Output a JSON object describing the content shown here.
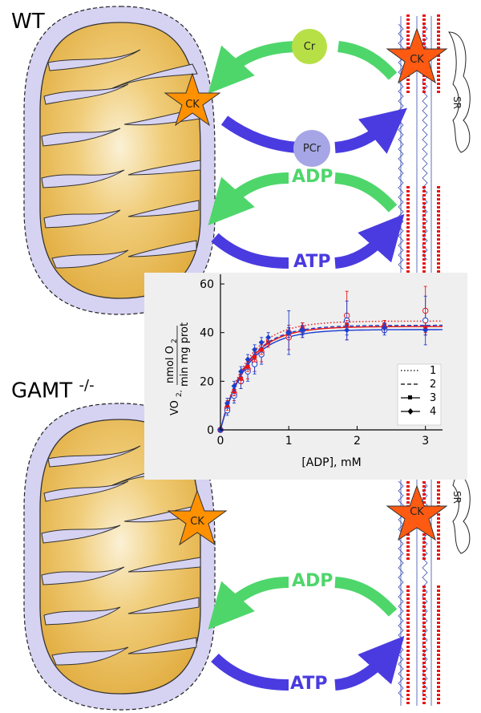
{
  "labels": {
    "wt": "WT",
    "gamt": "GAMT",
    "gamt_sup": "-/-",
    "cr": "Cr",
    "pcr": "PCr",
    "adp": "ADP",
    "atp": "ATP",
    "ck": "CK",
    "sr": "SR"
  },
  "colors": {
    "adp_arrow": "#4ed66b",
    "atp_arrow": "#4a3be0",
    "ck_star": "#ff9000",
    "ck_star_right": "#ff5a12",
    "mito_membrane": "#d6d2f2",
    "mito_matrix": "#e7b84e",
    "cr_circle": "#b7e046",
    "pcr_circle": "#a6a6e6",
    "myofibril": "#e81515"
  },
  "chart_data": {
    "type": "line",
    "xlabel": "[ADP], mM",
    "ylabel_line1": "VO",
    "ylabel_sub": "2",
    "ylabel_frac_num": "nmol O",
    "ylabel_frac_num_sub": "2",
    "ylabel_frac_den": "min mg prot",
    "xlim": [
      0,
      3.25
    ],
    "ylim": [
      0,
      62
    ],
    "xticks": [
      "0",
      "1",
      "2",
      "3"
    ],
    "yticks": [
      "0",
      "20",
      "40",
      "60"
    ],
    "legend": {
      "position": "bottom-right",
      "entries": [
        "1",
        "2",
        "3",
        "4"
      ]
    },
    "series": [
      {
        "name": "1",
        "color": "#e81515",
        "style": "dotted",
        "marker": "circle-open",
        "x": [
          0,
          0.1,
          0.2,
          0.3,
          0.4,
          0.5,
          0.6,
          1.0,
          1.2,
          1.85,
          2.4,
          3.0
        ],
        "y": [
          0,
          9,
          15,
          20,
          25,
          28,
          32,
          38,
          41,
          47,
          42,
          49
        ],
        "err": [
          0,
          2,
          3,
          3,
          4,
          4,
          4,
          5,
          3,
          10,
          2,
          10
        ]
      },
      {
        "name": "2",
        "color": "#1a3fd0",
        "style": "dashed",
        "marker": "circle-open",
        "x": [
          0,
          0.1,
          0.2,
          0.3,
          0.4,
          0.5,
          0.6,
          1.0,
          1.2,
          1.85,
          2.4,
          3.0
        ],
        "y": [
          0,
          8,
          14,
          20,
          24,
          27,
          31,
          40,
          41,
          45,
          41,
          45
        ],
        "err": [
          0,
          2,
          3,
          3,
          4,
          4,
          4,
          9,
          3,
          8,
          2,
          10
        ]
      },
      {
        "name": "3",
        "color": "#e81515",
        "style": "solid",
        "marker": "square",
        "x": [
          0,
          0.1,
          0.2,
          0.3,
          0.4,
          0.5,
          0.6,
          0.7,
          1.0,
          1.2,
          1.85,
          2.4,
          3.0
        ],
        "y": [
          0,
          10,
          16,
          21,
          26,
          30,
          33,
          36,
          40,
          42,
          43,
          43,
          42
        ],
        "err": [
          0,
          2,
          2,
          2,
          2,
          2,
          2,
          2,
          2,
          2,
          2,
          2,
          2
        ]
      },
      {
        "name": "4",
        "color": "#1a3fd0",
        "style": "solid",
        "marker": "diamond",
        "x": [
          0,
          0.1,
          0.2,
          0.3,
          0.4,
          0.5,
          0.6,
          0.7,
          1.0,
          1.2,
          1.85,
          2.4,
          3.0
        ],
        "y": [
          0,
          11,
          18,
          24,
          29,
          33,
          36,
          38,
          40,
          41,
          41,
          42,
          41
        ],
        "err": [
          0,
          2,
          2,
          2,
          2,
          2,
          2,
          2,
          2,
          2,
          2,
          2,
          2
        ]
      }
    ]
  }
}
